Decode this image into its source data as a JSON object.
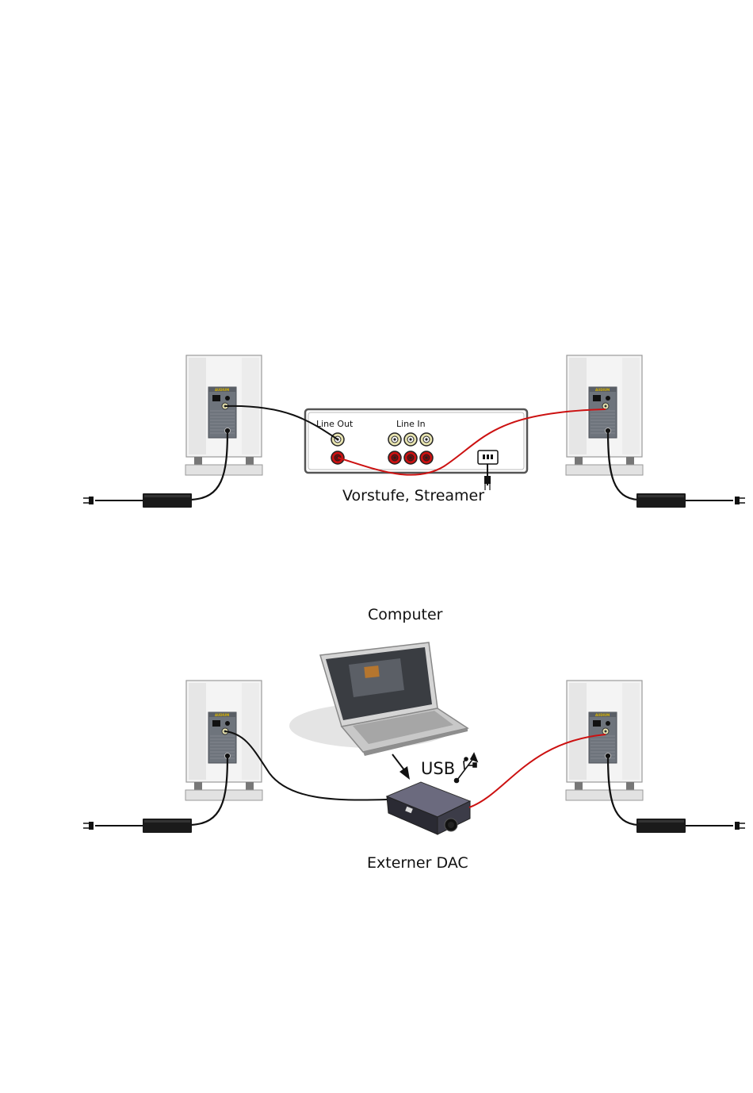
{
  "diagram1": {
    "preamp_label": "Vorstufe, Streamer",
    "line_out_label": "Line Out",
    "line_in_label": "Line In"
  },
  "diagram2": {
    "computer_label": "Computer",
    "usb_label": "USB",
    "dac_label": "Externer DAC"
  },
  "speaker_brand": "AUDIUM",
  "colors": {
    "signal_left": "#111111",
    "signal_right": "#cc1111",
    "rca_white": "#e8e4b0",
    "rca_red": "#cc1111",
    "panel_gray": "#6e747c"
  }
}
